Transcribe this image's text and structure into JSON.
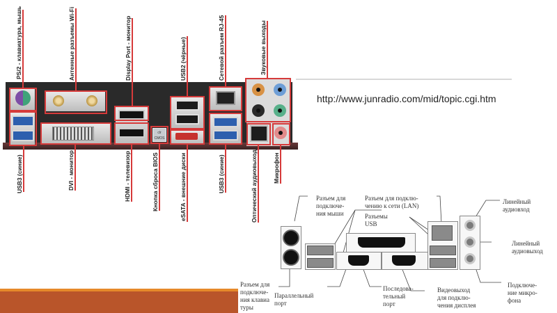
{
  "photo_labels": {
    "top": [
      {
        "id": "ps2",
        "text": "PS/2 - клавиатура, мышь"
      },
      {
        "id": "wifi",
        "text": "Антенные разъемы Wi-Fi"
      },
      {
        "id": "displayport",
        "text": "Display Port - монитор"
      },
      {
        "id": "usb2",
        "text": "USB2 (чёрные)"
      },
      {
        "id": "rj45",
        "text": "Сетевой разъем RJ-45"
      },
      {
        "id": "audio",
        "text": "Звуковые выходы"
      }
    ],
    "bottom": [
      {
        "id": "usb3_left",
        "text": "USB3 (синие)"
      },
      {
        "id": "dvi",
        "text": "DVI - монитор"
      },
      {
        "id": "hdmi",
        "text": "HDMI - телевизор"
      },
      {
        "id": "cmos",
        "text": "Кнопка сброса BIOS"
      },
      {
        "id": "esata",
        "text": "eSATA - внешние диски"
      },
      {
        "id": "usb3_right",
        "text": "USB3 (синие)"
      },
      {
        "id": "optical",
        "text": "Оптический аудиовыход"
      },
      {
        "id": "mic",
        "text": "Микрофон"
      }
    ],
    "cmos_button_text": "clr CMOS"
  },
  "source_url": "http://www.junradio.com/mid/topic.cgi.htm",
  "diagram_labels": {
    "mouse": "Разъем для\nподключе-\nния мыши",
    "lan": "Разъем для подклю-\nчению к сети (LAN)",
    "usb": "Разъемы\nUSB",
    "line_in": "Линейный\nаудиовход",
    "line_out": "Линейный\nаудиовыход",
    "keyboard": "Разъем для\nподключе-\nния клавиа\nтуры",
    "parallel": "Параллельный\nпорт",
    "serial": "Последова-\nтельный\nпорт",
    "video": "Видеовыход\nдля подклю-\nчения дисплея",
    "mic": "Подключе-\nние микро-\nфона"
  },
  "colors": {
    "accent_red": "#d63a3a",
    "footer_orange": "#b9552a",
    "footer_orange_top": "#e6892a"
  }
}
